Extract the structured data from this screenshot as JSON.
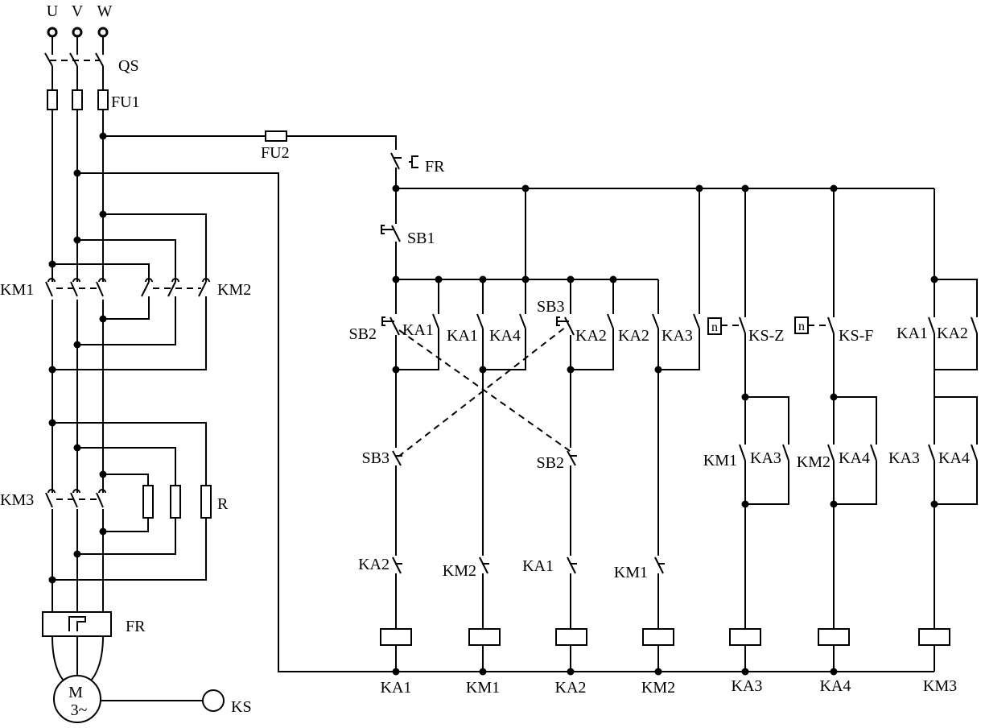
{
  "supply": {
    "phase_u": "U",
    "phase_v": "V",
    "phase_w": "W"
  },
  "power_circuit": {
    "isolator": "QS",
    "main_fuse": "FU1",
    "forward_contactor": "KM1",
    "reverse_contactor": "KM2",
    "bypass_contactor": "KM3",
    "resistor": "R",
    "overload_relay": "FR",
    "motor": {
      "line1": "M",
      "line2": "3~"
    },
    "speed_relay": "KS"
  },
  "control_circuit": {
    "fuse": "FU2",
    "overload_contact": "FR",
    "stop_button": "SB1",
    "forward_button": "SB2",
    "reverse_button": "SB3",
    "interlock_sb3": "SB3",
    "interlock_sb2": "SB2",
    "contact_ka1_seal": "KA1",
    "contact_ka1": "KA1",
    "contact_ka4": "KA4",
    "contact_ka2_seal": "KA2",
    "contact_ka2": "KA2",
    "contact_ka3": "KA3",
    "speed_switch_forward": "KS-Z",
    "speed_switch_reverse": "KS-F",
    "speed_symbol": "n",
    "contact_ka1_r7": "KA1",
    "contact_ka2_r7": "KA2",
    "contact_km1_r5": "KM1",
    "contact_ka3_r5": "KA3",
    "contact_km2_r6": "KM2",
    "contact_ka4_r6": "KA4",
    "contact_ka3_r7": "KA3",
    "contact_ka4_r7": "KA4",
    "interlock_ka2": "KA2",
    "interlock_km2": "KM2",
    "interlock_ka1": "KA1",
    "interlock_km1": "KM1",
    "coils": [
      "KA1",
      "KM1",
      "KA2",
      "KM2",
      "KA3",
      "KA4",
      "KM3"
    ]
  }
}
